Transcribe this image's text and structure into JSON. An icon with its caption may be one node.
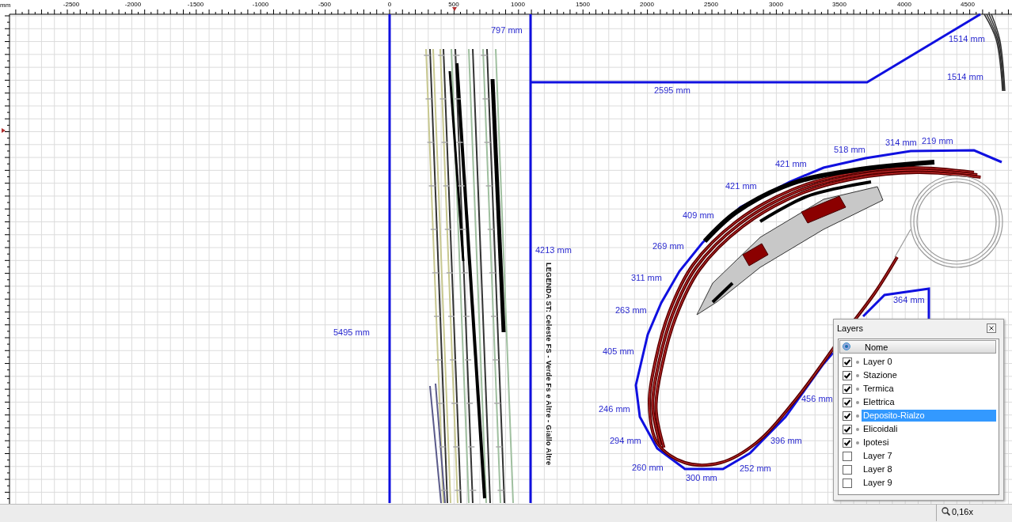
{
  "diagram": {
    "labels": [
      "mm",
      "-2500",
      "-2000",
      "-1500",
      "-1000",
      "-500",
      "0",
      "500",
      "1000",
      "1500",
      "2000",
      "2500",
      "3000",
      "3500",
      "4000",
      "4500",
      "797 mm",
      "1514 mm",
      "1514 mm",
      "2595 mm",
      "518 mm",
      "314 mm",
      "219 mm",
      "421 mm",
      "421 mm",
      "409 mm",
      "269 mm",
      "311 mm",
      "4213 mm",
      "LEGENDA ST: Celeste FS - Verde Fs e Altre - Giallo Altre",
      "364 mm",
      "263 mm",
      "5495 mm",
      "405 mm",
      "456 mm",
      "246 mm",
      "294 mm",
      "396 mm",
      "260 mm",
      "252 mm",
      "300 mm",
      "Layers",
      "Nome",
      "Layer 0",
      "Stazione",
      "Termica",
      "Elettrica",
      "Deposito-Rialzo",
      "Elicoidali",
      "Ipotesi",
      "Layer 7",
      "Layer 8",
      "Layer 9",
      "0,16x"
    ]
  }
}
